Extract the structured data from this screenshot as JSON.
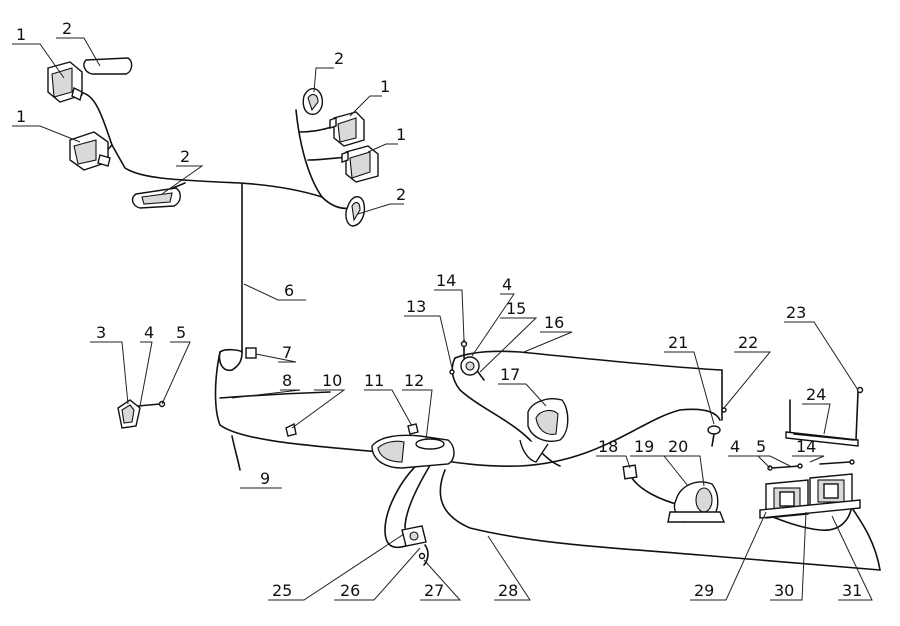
{
  "diagram": {
    "callouts": [
      {
        "id": "c-1a",
        "text": "1"
      },
      {
        "id": "c-2a",
        "text": "2"
      },
      {
        "id": "c-1b",
        "text": "1"
      },
      {
        "id": "c-2b",
        "text": "2"
      },
      {
        "id": "c-1c",
        "text": "1"
      },
      {
        "id": "c-1d",
        "text": "1"
      },
      {
        "id": "c-2c",
        "text": "2"
      },
      {
        "id": "c-2d",
        "text": "2"
      },
      {
        "id": "c-6",
        "text": "6"
      },
      {
        "id": "c-3",
        "text": "3"
      },
      {
        "id": "c-4a",
        "text": "4"
      },
      {
        "id": "c-5a",
        "text": "5"
      },
      {
        "id": "c-7",
        "text": "7"
      },
      {
        "id": "c-8",
        "text": "8"
      },
      {
        "id": "c-9",
        "text": "9"
      },
      {
        "id": "c-10",
        "text": "10"
      },
      {
        "id": "c-11",
        "text": "11"
      },
      {
        "id": "c-12",
        "text": "12"
      },
      {
        "id": "c-13",
        "text": "13"
      },
      {
        "id": "c-14a",
        "text": "14"
      },
      {
        "id": "c-4b",
        "text": "4"
      },
      {
        "id": "c-15",
        "text": "15"
      },
      {
        "id": "c-16",
        "text": "16"
      },
      {
        "id": "c-17",
        "text": "17"
      },
      {
        "id": "c-18",
        "text": "18"
      },
      {
        "id": "c-19",
        "text": "19"
      },
      {
        "id": "c-20",
        "text": "20"
      },
      {
        "id": "c-21",
        "text": "21"
      },
      {
        "id": "c-22",
        "text": "22"
      },
      {
        "id": "c-23",
        "text": "23"
      },
      {
        "id": "c-24",
        "text": "24"
      },
      {
        "id": "c-4c",
        "text": "4"
      },
      {
        "id": "c-5b",
        "text": "5"
      },
      {
        "id": "c-14b",
        "text": "14"
      },
      {
        "id": "c-25",
        "text": "25"
      },
      {
        "id": "c-26",
        "text": "26"
      },
      {
        "id": "c-27",
        "text": "27"
      },
      {
        "id": "c-28",
        "text": "28"
      },
      {
        "id": "c-29",
        "text": "29"
      },
      {
        "id": "c-30",
        "text": "30"
      },
      {
        "id": "c-31",
        "text": "31"
      }
    ]
  }
}
